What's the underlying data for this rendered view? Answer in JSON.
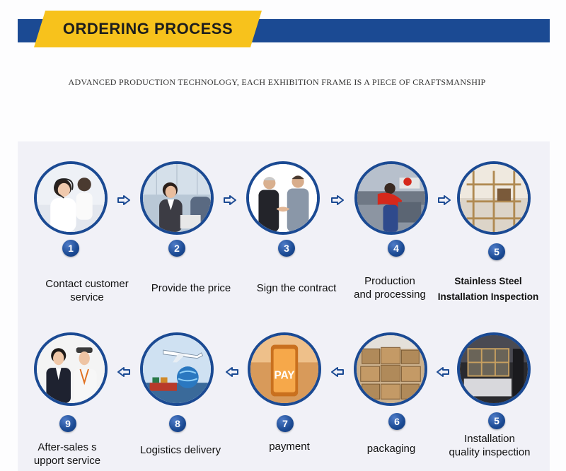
{
  "header": {
    "title": "ORDERING PROCESS",
    "subtitle": "ADVANCED PRODUCTION TECHNOLOGY, EACH EXHIBITION FRAME IS A PIECE OF CRAFTSMANSHIP"
  },
  "colors": {
    "brand_blue": "#1b4a93",
    "accent_yellow": "#f7c21c"
  },
  "steps": [
    {
      "number": "1",
      "label_line1": "Contact customer",
      "label_line2": "service",
      "image": "call-center-agents-photo"
    },
    {
      "number": "2",
      "label_line1": "Provide the price",
      "label_line2": "",
      "image": "business-meeting-photo"
    },
    {
      "number": "3",
      "label_line1": "Sign the contract",
      "label_line2": "",
      "image": "handshake-photo"
    },
    {
      "number": "4",
      "label_line1": "Production",
      "label_line2": "and processing",
      "image": "factory-worker-photo"
    },
    {
      "number": "5",
      "label_line1": "Stainless Steel",
      "label_line2": "Installation Inspection",
      "image": "steel-shelf-photo"
    },
    {
      "number": "5",
      "label_line1": "Installation",
      "label_line2": "quality inspection",
      "image": "display-cabinet-photo"
    },
    {
      "number": "6",
      "label_line1": "packaging",
      "label_line2": "",
      "image": "packed-crates-photo"
    },
    {
      "number": "7",
      "label_line1": "payment",
      "label_line2": "",
      "image": "mobile-pay-photo"
    },
    {
      "number": "8",
      "label_line1": "Logistics delivery",
      "label_line2": "",
      "image": "airplane-cargo-photo"
    },
    {
      "number": "9",
      "label_line1": "After-sales s",
      "label_line2": "upport service",
      "image": "service-staff-photo"
    }
  ],
  "icons": {
    "arrow_right": "arrow-right-icon",
    "arrow_left": "arrow-left-icon"
  }
}
